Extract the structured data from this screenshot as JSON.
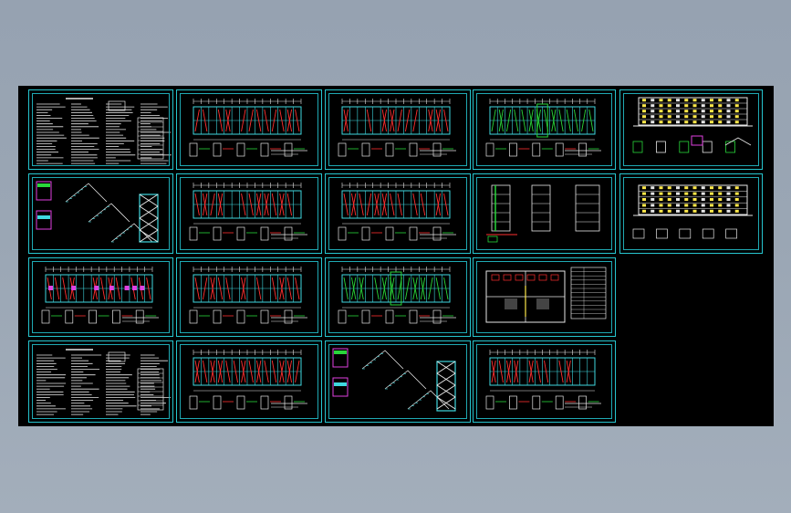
{
  "viewer": {
    "background_color": "#000000",
    "frame_color": "#26c6cf"
  },
  "sheets": [
    {
      "id": "r1c1",
      "kind": "notes"
    },
    {
      "id": "r1c2",
      "kind": "plan-red"
    },
    {
      "id": "r1c3",
      "kind": "plan-red"
    },
    {
      "id": "r1c4",
      "kind": "plan-green"
    },
    {
      "id": "r1c5",
      "kind": "elevation"
    },
    {
      "id": "r2c1",
      "kind": "stair"
    },
    {
      "id": "r2c2",
      "kind": "plan-red"
    },
    {
      "id": "r2c3",
      "kind": "plan-red"
    },
    {
      "id": "r2c4",
      "kind": "sections"
    },
    {
      "id": "r2c5",
      "kind": "elevation2"
    },
    {
      "id": "r3c1",
      "kind": "plan-mixed"
    },
    {
      "id": "r3c2",
      "kind": "plan-red"
    },
    {
      "id": "r3c3",
      "kind": "plan-green"
    },
    {
      "id": "r3c4",
      "kind": "unit-plan"
    },
    {
      "id": "r4c1",
      "kind": "notes"
    },
    {
      "id": "r4c2",
      "kind": "plan-red"
    },
    {
      "id": "r4c3",
      "kind": "stair"
    },
    {
      "id": "r4c4",
      "kind": "plan-red"
    }
  ]
}
